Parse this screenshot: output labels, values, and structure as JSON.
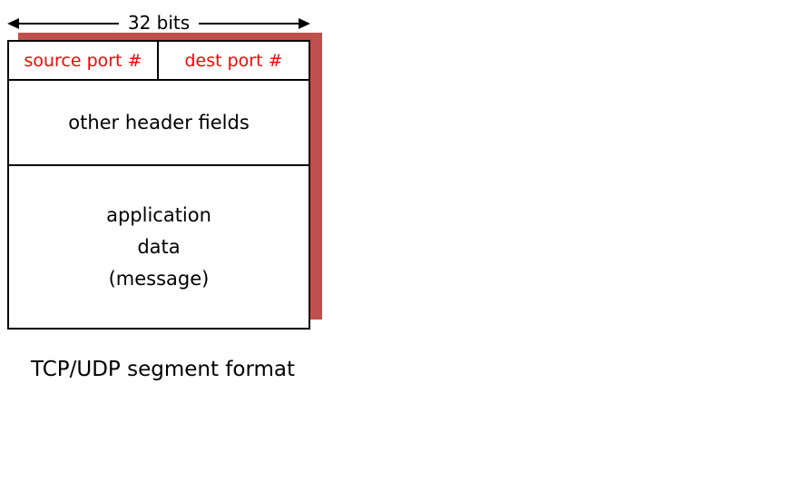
{
  "diagram": {
    "width_label": "32 bits",
    "segment": {
      "ports_row": {
        "source_label": "source port #",
        "dest_label": "dest port #"
      },
      "other_header_label": "other header fields",
      "app_data_lines": [
        "application",
        "data",
        "(message)"
      ]
    },
    "caption": "TCP/UDP segment format",
    "colors": {
      "shadow": "#C0504D",
      "port_text": "#FF0000",
      "line": "#000000",
      "background": "#FFFFFF"
    }
  }
}
